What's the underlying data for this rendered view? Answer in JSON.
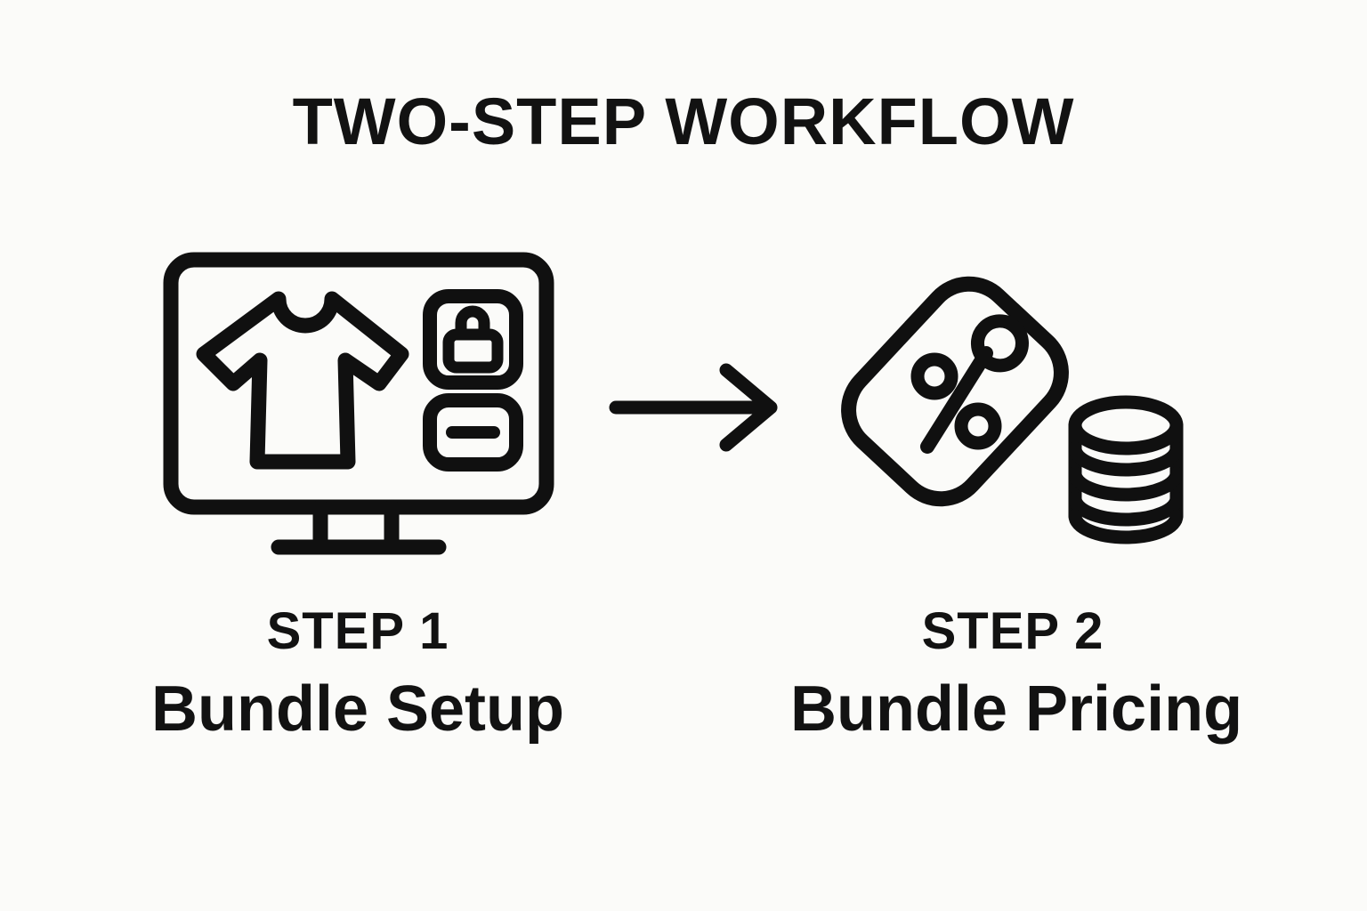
{
  "title": "TWO-STEP WORKFLOW",
  "connector": {
    "icon": "arrow-right-icon"
  },
  "steps": [
    {
      "label": "STEP 1",
      "name": "Bundle Setup",
      "icon": "computer-product-bundle-icon"
    },
    {
      "label": "STEP 2",
      "name": "Bundle Pricing",
      "icon": "discount-tag-coins-icon"
    }
  ],
  "colors": {
    "background": "#fbfbf9",
    "ink": "#101010"
  }
}
